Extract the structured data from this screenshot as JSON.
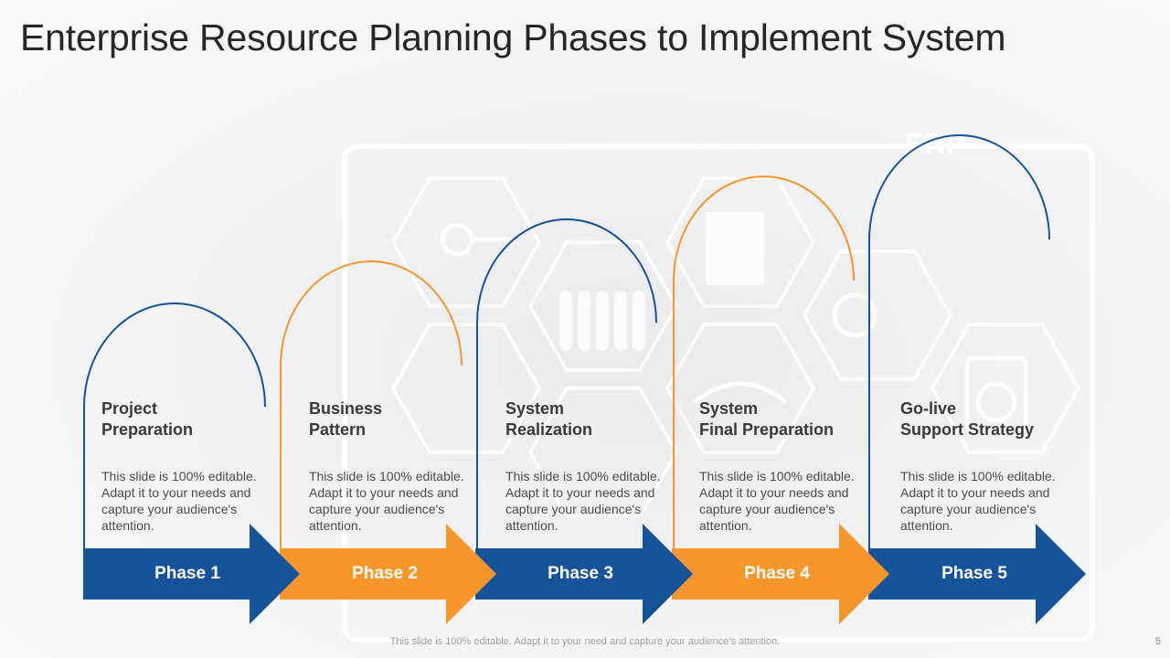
{
  "slide": {
    "title": "Enterprise Resource Planning Phases to Implement System",
    "footer": "This slide is 100% editable. Adapt it to your need and capture your audience’s attention.",
    "page_number": "5",
    "background_badge": "ERP"
  },
  "colors": {
    "blue": "#16539a",
    "orange": "#f7962b",
    "title": "#262626"
  },
  "phases": [
    {
      "label": "Phase 1",
      "title_line1": "Project",
      "title_line2": "Preparation",
      "description": "This slide is 100% editable. Adapt it to your needs and capture your audience's attention.",
      "color": "#16539a"
    },
    {
      "label": "Phase 2",
      "title_line1": "Business",
      "title_line2": "Pattern",
      "description": "This slide is 100% editable. Adapt it to your needs and capture your audience's attention.",
      "color": "#f7962b"
    },
    {
      "label": "Phase 3",
      "title_line1": "System",
      "title_line2": "Realization",
      "description": "This slide is 100% editable. Adapt it to your needs and capture your audience's attention.",
      "color": "#16539a"
    },
    {
      "label": "Phase 4",
      "title_line1": "System",
      "title_line2": "Final Preparation",
      "description": "This slide is 100% editable. Adapt it to your needs and capture your audience's attention.",
      "color": "#f7962b"
    },
    {
      "label": "Phase 5",
      "title_line1": "Go-live",
      "title_line2": "Support Strategy",
      "description": "This slide is 100% editable. Adapt it to your needs and capture your audience's attention.",
      "color": "#16539a"
    }
  ]
}
